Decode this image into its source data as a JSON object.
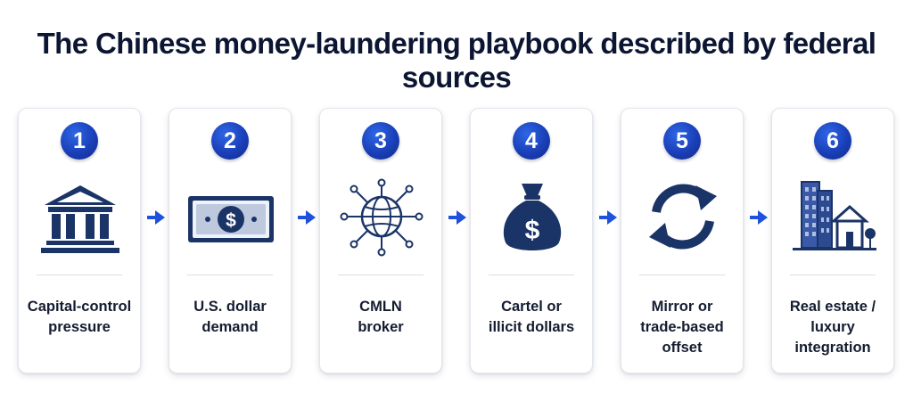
{
  "title": "The Chinese money-laundering playbook described by federal sources",
  "colors": {
    "navy": "#1b3467",
    "accent_blue": "#1f52dc",
    "card_border": "#e3e6ec"
  },
  "steps": [
    {
      "number": "1",
      "icon": "bank-building-icon",
      "label": "Capital-control\npressure"
    },
    {
      "number": "2",
      "icon": "dollar-bill-icon",
      "label": "U.S. dollar\ndemand"
    },
    {
      "number": "3",
      "icon": "network-globe-icon",
      "label": "CMLN\nbroker"
    },
    {
      "number": "4",
      "icon": "money-bag-icon",
      "label": "Cartel or\nillicit dollars"
    },
    {
      "number": "5",
      "icon": "circular-arrows-icon",
      "label": "Mirror or\ntrade-based\noffset"
    },
    {
      "number": "6",
      "icon": "real-estate-buildings-icon",
      "label": "Real estate /\nluxury\nintegration"
    }
  ]
}
